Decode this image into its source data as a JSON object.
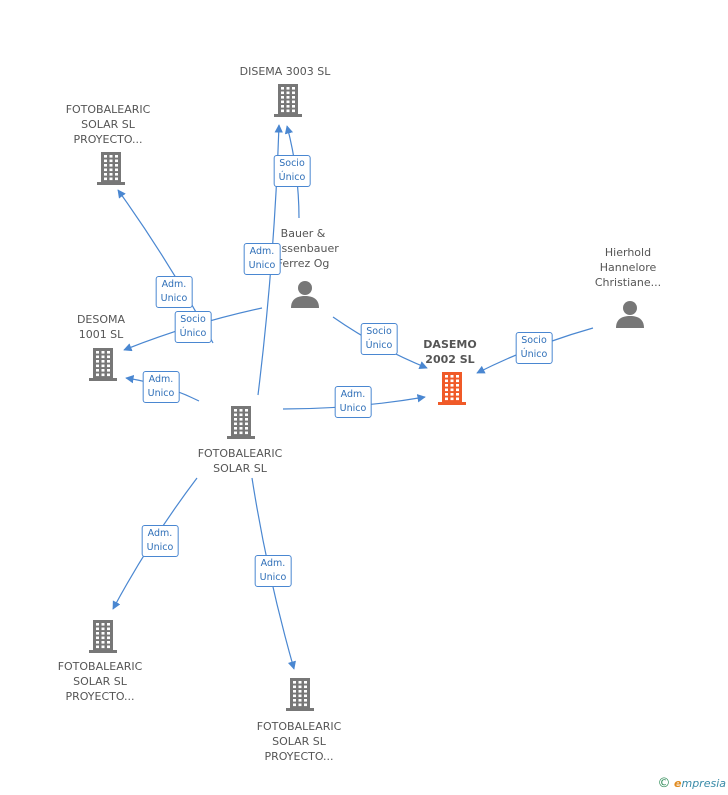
{
  "colors": {
    "edge": "#4a87d1",
    "node": "#777777",
    "main_node": "#f05a28"
  },
  "nodes": [
    {
      "id": "disema",
      "icon": "building-icon",
      "lines": [
        "DISEMA 3003 SL"
      ],
      "main": false
    },
    {
      "id": "fotoproy1",
      "icon": "building-icon",
      "lines": [
        "FOTOBALEARIC",
        "SOLAR SL",
        "PROYECTO..."
      ],
      "main": false
    },
    {
      "id": "bauer",
      "icon": "person-icon",
      "lines": [
        "Bauer &",
        "Bassenbauer",
        "Ferrez Og"
      ],
      "main": false
    },
    {
      "id": "hierhold",
      "icon": "person-icon",
      "lines": [
        "Hierhold",
        "Hannelore",
        "Christiane..."
      ],
      "main": false
    },
    {
      "id": "desoma",
      "icon": "building-icon",
      "lines": [
        "DESOMA",
        "1001 SL"
      ],
      "main": false
    },
    {
      "id": "dasemo",
      "icon": "building-icon",
      "lines": [
        "DASEMO",
        "2002 SL"
      ],
      "main": true
    },
    {
      "id": "fotosolar",
      "icon": "building-icon",
      "lines": [
        "FOTOBALEARIC",
        "SOLAR SL"
      ],
      "main": false
    },
    {
      "id": "fotoproy2",
      "icon": "building-icon",
      "lines": [
        "FOTOBALEARIC",
        "SOLAR SL",
        "PROYECTO..."
      ],
      "main": false
    },
    {
      "id": "fotoproy3",
      "icon": "building-icon",
      "lines": [
        "FOTOBALEARIC",
        "SOLAR SL",
        "PROYECTO..."
      ],
      "main": false
    }
  ],
  "edges": [
    {
      "from": "fotosolar",
      "to": "disema",
      "label": [
        "Adm.",
        "Unico"
      ]
    },
    {
      "from": "bauer",
      "to": "disema",
      "label": [
        "Socio",
        "Único"
      ]
    },
    {
      "from": "fotosolar",
      "to": "fotoproy1",
      "label": [
        "Adm.",
        "Unico"
      ]
    },
    {
      "from": "bauer",
      "to": "desoma",
      "label": [
        "Socio",
        "Único"
      ]
    },
    {
      "from": "fotosolar",
      "to": "desoma",
      "label": [
        "Adm.",
        "Unico"
      ]
    },
    {
      "from": "bauer",
      "to": "dasemo",
      "label": [
        "Socio",
        "Único"
      ]
    },
    {
      "from": "hierhold",
      "to": "dasemo",
      "label": [
        "Socio",
        "Único"
      ]
    },
    {
      "from": "fotosolar",
      "to": "dasemo",
      "label": [
        "Adm.",
        "Unico"
      ]
    },
    {
      "from": "fotosolar",
      "to": "fotoproy2",
      "label": [
        "Adm.",
        "Unico"
      ]
    },
    {
      "from": "fotosolar",
      "to": "fotoproy3",
      "label": [
        "Adm.",
        "Unico"
      ]
    }
  ],
  "footer": {
    "copyright": "©",
    "brand_initial": "e",
    "brand_rest": "mpresia"
  }
}
